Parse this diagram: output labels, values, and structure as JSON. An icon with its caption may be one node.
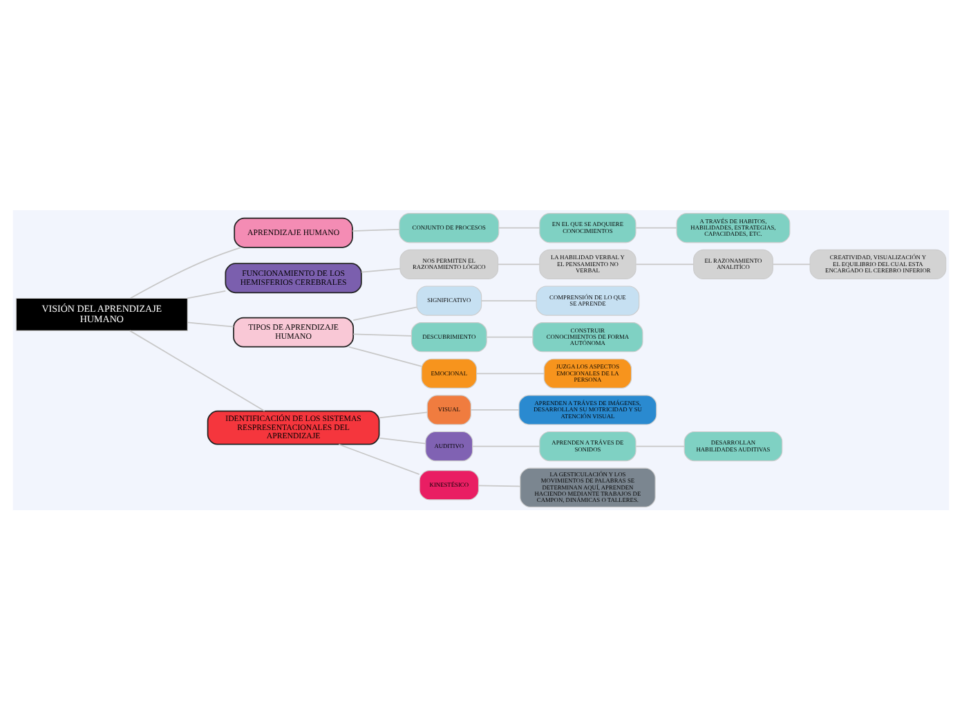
{
  "diagram": {
    "nodes": [
      {
        "text": [
          "VISIÓN DEL APRENDIZAJE HUMANO"
        ]
      },
      {
        "text": [
          "APRENDIZAJE HUMANO"
        ]
      },
      {
        "text": [
          "CONJUNTO DE PROCESOS"
        ]
      },
      {
        "text": [
          "EN EL QUE SE ADQUIERE CONOCIMIENTOS"
        ]
      },
      {
        "text": [
          "A TRAVÉS DE HABITOS, HABILIDADES, ESTRATEGIAS, CAPACIDADES, ETC."
        ]
      },
      {
        "text": [
          "FUNCIONAMIENTO DE LOS HEMISFERIOS CEREBRALES"
        ]
      },
      {
        "text": [
          "NOS PERMITEN EL RAZONAMIENTO LÓGICO"
        ]
      },
      {
        "text": [
          "LA HABILIDAD VERBAL Y EL PENSAMIENTO NO VERBAL"
        ]
      },
      {
        "text": [
          "EL RAZONAMIENTO ANALITÍCO"
        ]
      },
      {
        "text": [
          "CREATIVIDAD, VISUALIZACIÓN Y EL EQUILIBRIO DEL CUAL ESTA ENCARGADO EL CEREBRO INFERIOR"
        ]
      },
      {
        "text": [
          "TIPOS DE APRENDIZAJE HUMANO"
        ]
      },
      {
        "text": [
          "SIGNIFICATIVO"
        ]
      },
      {
        "text": [
          "COMPRENSIÓN DE LO QUE SE APRENDE"
        ]
      },
      {
        "text": [
          "DESCUBRIMIENTO"
        ]
      },
      {
        "text": [
          "CONSTRUIR CONOCIMIENTOS DE FORMA AUTÓNOMA"
        ]
      },
      {
        "text": [
          "EMOCIONAL"
        ]
      },
      {
        "text": [
          "JUZGA LOS ASPECTOS EMOCIONALES DE LA PERSONA"
        ]
      },
      {
        "text": [
          "IDENTIFICACIÓN DE LOS SISTEMAS RESPRESENTACIONALES DEL APRENDIZAJE"
        ]
      },
      {
        "text": [
          "VISUAL"
        ]
      },
      {
        "text": [
          "APRENDEN A TRÁVES DE IMÁGENES, DESARROLLAN SU MOTRICIDAD Y SU ATENCIÓN VISUAL"
        ]
      },
      {
        "text": [
          "AUDITIVO"
        ]
      },
      {
        "text": [
          "APRENDEN A TRÁVES DE SONIDOS"
        ]
      },
      {
        "text": [
          "DESARROLLAN HABILIDADES AUDITIVAS"
        ]
      },
      {
        "text": [
          "KINESTÉSICO"
        ]
      },
      {
        "text": [
          "LA GESTICULACIÓN Y LOS MOVIMIENTOS DE PALABRAS SE DETERMINAN AQUÍ, APRENDEN HACIENDO MEDIANTE TRABAJOS DE CAMPON, DINÁMICAS O TALLERES."
        ]
      }
    ],
    "edges": [
      {
        "from": 0,
        "to": 1,
        "arrow": "none"
      },
      {
        "from": 1,
        "to": 2,
        "arrow": "none"
      },
      {
        "from": 2,
        "to": 3,
        "arrow": "none"
      },
      {
        "from": 3,
        "to": 4,
        "arrow": "none"
      },
      {
        "from": 0,
        "to": 5,
        "arrow": "none"
      },
      {
        "from": 5,
        "to": 6,
        "arrow": "none"
      },
      {
        "from": 6,
        "to": 7,
        "arrow": "none"
      },
      {
        "from": 7,
        "to": 8,
        "arrow": "none"
      },
      {
        "from": 8,
        "to": 9,
        "arrow": "none"
      },
      {
        "from": 0,
        "to": 10,
        "arrow": "none"
      },
      {
        "from": 10,
        "to": 11,
        "arrow": "none"
      },
      {
        "from": 11,
        "to": 12,
        "arrow": "none"
      },
      {
        "from": 10,
        "to": 13,
        "arrow": "none"
      },
      {
        "from": 13,
        "to": 14,
        "arrow": "none"
      },
      {
        "from": 10,
        "to": 15,
        "arrow": "none"
      },
      {
        "from": 15,
        "to": 16,
        "arrow": "none"
      },
      {
        "from": 0,
        "to": 17,
        "arrow": "none"
      },
      {
        "from": 17,
        "to": 18,
        "arrow": "none"
      },
      {
        "from": 18,
        "to": 19,
        "arrow": "none"
      },
      {
        "from": 17,
        "to": 20,
        "arrow": "none"
      },
      {
        "from": 20,
        "to": 21,
        "arrow": "none"
      },
      {
        "from": 21,
        "to": 22,
        "arrow": "none"
      },
      {
        "from": 17,
        "to": 23,
        "arrow": "none"
      },
      {
        "from": 23,
        "to": 24,
        "arrow": "none"
      }
    ]
  }
}
